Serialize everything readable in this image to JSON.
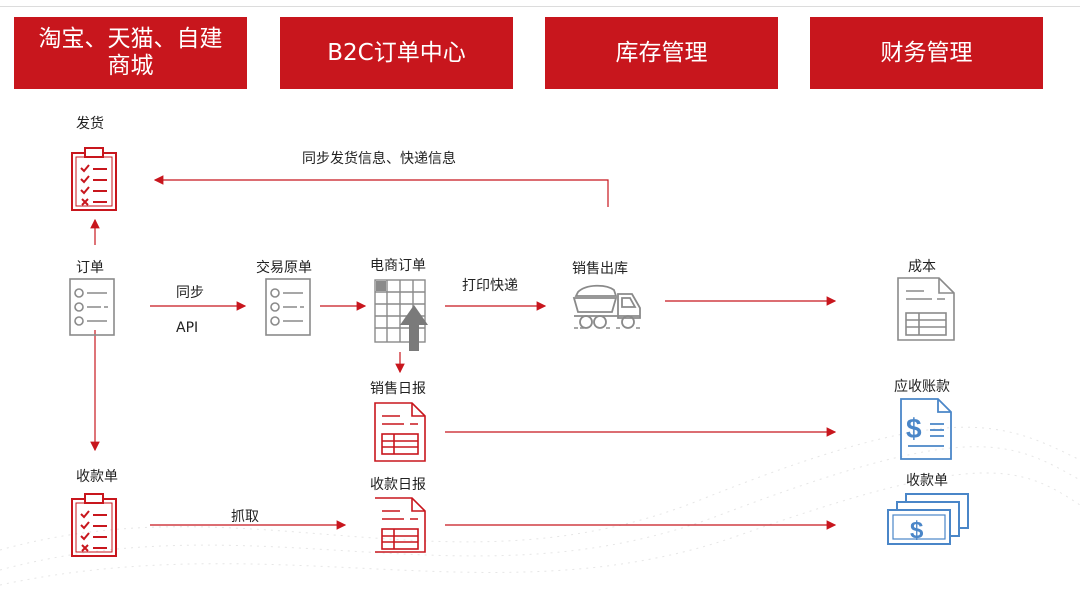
{
  "headers": [
    {
      "lines": [
        "淘宝、天猫、自建",
        "商城"
      ]
    },
    {
      "lines": [
        "B2C订单中心"
      ]
    },
    {
      "lines": [
        "库存管理"
      ]
    },
    {
      "lines": [
        "财务管理"
      ]
    }
  ],
  "nodes": {
    "fahuo": "发货",
    "dingdan": "订单",
    "shoukuandan_left": "收款单",
    "jiaoyi_yuandan": "交易原单",
    "dianshang_dingdan": "电商订单",
    "xiaoshou_ribao": "销售日报",
    "shoukuan_ribao": "收款日报",
    "xiaoshou_chuku": "销售出库",
    "chengben": "成本",
    "yingshou_zhangkuan": "应收账款",
    "shoukuandan_right": "收款单"
  },
  "edge_labels": {
    "sync_info": "同步发货信息、快递信息",
    "tongbu": "同步",
    "api": "API",
    "print_express": "打印快递",
    "zhuaqu": "抓取"
  },
  "icons": {
    "clipboard": "clipboard-checklist-icon",
    "list": "list-document-icon",
    "spreadsheet": "spreadsheet-upload-icon",
    "report": "report-document-icon",
    "truck": "dump-truck-icon",
    "invoice": "invoice-dollar-icon",
    "money": "banknotes-icon"
  },
  "colors": {
    "accent": "#c8161d",
    "gray": "#8a8a8a",
    "blue": "#4a86c8"
  }
}
